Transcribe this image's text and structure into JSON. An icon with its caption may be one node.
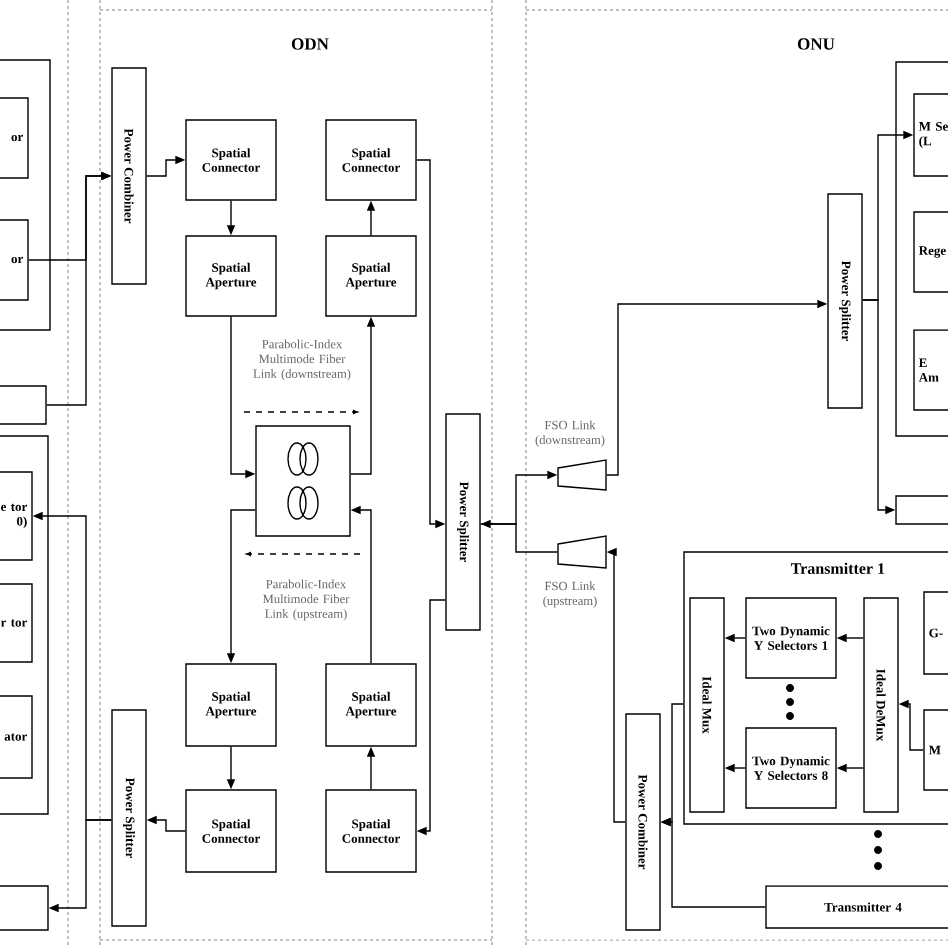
{
  "diagram": {
    "nodes": [
      {
        "text": [],
        "shape": "box"
      },
      {
        "text": [
          "or"
        ],
        "in": 0
      },
      {
        "text": [
          "or"
        ],
        "in": 0
      },
      {
        "text": [],
        "shape": "box"
      },
      {
        "text": [],
        "shape": "box"
      },
      {
        "text": [
          "e tor 0)"
        ],
        "in": 4
      },
      {
        "text": [
          "r tor"
        ],
        "in": 4
      },
      {
        "text": [
          "ator"
        ],
        "in": 4
      },
      {
        "text": [],
        "shape": "box"
      },
      {
        "text": [
          "Power Combiner"
        ]
      },
      {
        "text": [
          "Spatial Connector"
        ]
      },
      {
        "text": [
          "Spatial Connector"
        ]
      },
      {
        "text": [
          "Spatial Aperture"
        ]
      },
      {
        "text": [
          "Spatial Aperture"
        ]
      },
      {
        "text": [],
        "shape": "box"
      },
      {
        "text": [
          "Power Splitter"
        ]
      },
      {
        "text": [
          "Spatial Aperture"
        ]
      },
      {
        "text": [
          "Spatial Aperture"
        ]
      },
      {
        "text": [
          "Power Splitter"
        ]
      },
      {
        "text": [
          "Spatial Connector"
        ]
      },
      {
        "text": [
          "Spatial Connector"
        ]
      },
      {
        "text": [],
        "shape": "box"
      },
      {
        "text": [
          "M Se (L"
        ],
        "in": 21
      },
      {
        "text": [
          "Rege"
        ],
        "in": 21
      },
      {
        "text": [
          "E Am"
        ],
        "in": 21
      },
      {
        "text": [
          "Power Splitter"
        ]
      },
      {
        "text": [],
        "shape": "trapezium",
        "beside": [
          "FSO Link (downstream)"
        ]
      },
      {
        "text": [],
        "shape": "trapezium",
        "beside": [
          "FSO Link (upstream)"
        ]
      },
      {
        "text": [],
        "shape": "box"
      },
      {
        "text": [
          "Transmitter 1"
        ]
      },
      {
        "text": [
          "Ideal Mux"
        ],
        "in": 29
      },
      {
        "text": [
          "Two Dynamic Y Selectors 1"
        ],
        "in": 29
      },
      {
        "text": [
          "Two Dynamic Y Selectors 8"
        ],
        "in": 29
      },
      {
        "text": [
          "Ideal DeMux"
        ],
        "in": 29
      },
      {
        "text": [
          "G-"
        ],
        "in": 29
      },
      {
        "text": [
          "M"
        ],
        "in": 29
      },
      {
        "text": [
          "Transmitter 4"
        ]
      },
      {
        "text": [
          "Power Combiner"
        ]
      }
    ],
    "edges": [
      {
        "from": 2,
        "to": 9,
        "arrow": "to"
      },
      {
        "from": 3,
        "to": 9,
        "arrow": "to"
      },
      {
        "from": 9,
        "to": 10,
        "arrow": "to"
      },
      {
        "from": 10,
        "to": 12,
        "arrow": "to"
      },
      {
        "from": 12,
        "to": 14,
        "arrow": "to"
      },
      {
        "from": 14,
        "to": 13,
        "arrow": "to"
      },
      {
        "from": 13,
        "to": 11,
        "arrow": "to"
      },
      {
        "from": 11,
        "to": 15,
        "arrow": "to"
      },
      {
        "from": 15,
        "to": 20,
        "arrow": "to"
      },
      {
        "from": 17,
        "to": 14,
        "arrow": "to"
      },
      {
        "from": 14,
        "to": 16,
        "arrow": "to"
      },
      {
        "from": 20,
        "to": 17,
        "arrow": "to"
      },
      {
        "from": 16,
        "to": 19,
        "arrow": "to"
      },
      {
        "from": 19,
        "to": 18,
        "arrow": "to"
      },
      {
        "from": 18,
        "to": 5,
        "arrow": "to"
      },
      {
        "from": 18,
        "to": 8,
        "arrow": "to"
      },
      {
        "from": 15,
        "to": 26,
        "arrow": "to"
      },
      {
        "from": 27,
        "to": 15,
        "arrow": "to"
      },
      {
        "from": 26,
        "to": 25,
        "arrow": "to"
      },
      {
        "from": 25,
        "to": 22,
        "arrow": "to"
      },
      {
        "from": 25,
        "to": 28,
        "arrow": "to"
      },
      {
        "from": 33,
        "to": 31,
        "arrow": "to"
      },
      {
        "from": 33,
        "to": 32,
        "arrow": "to"
      },
      {
        "from": 31,
        "to": 30,
        "arrow": "to"
      },
      {
        "from": 32,
        "to": 30,
        "arrow": "to"
      },
      {
        "from": 35,
        "to": 33,
        "arrow": "to"
      },
      {
        "from": 29,
        "to": 37,
        "arrow": "to"
      },
      {
        "from": 36,
        "to": 37,
        "arrow": "to"
      },
      {
        "from": 37,
        "to": 27,
        "arrow": "to"
      }
    ],
    "labels": [
      "ODN",
      "ONU",
      "Parabolic-Index Multimode Fiber Link (downstream)",
      "Parabolic-Index Multimode Fiber Link (upstream)"
    ]
  }
}
